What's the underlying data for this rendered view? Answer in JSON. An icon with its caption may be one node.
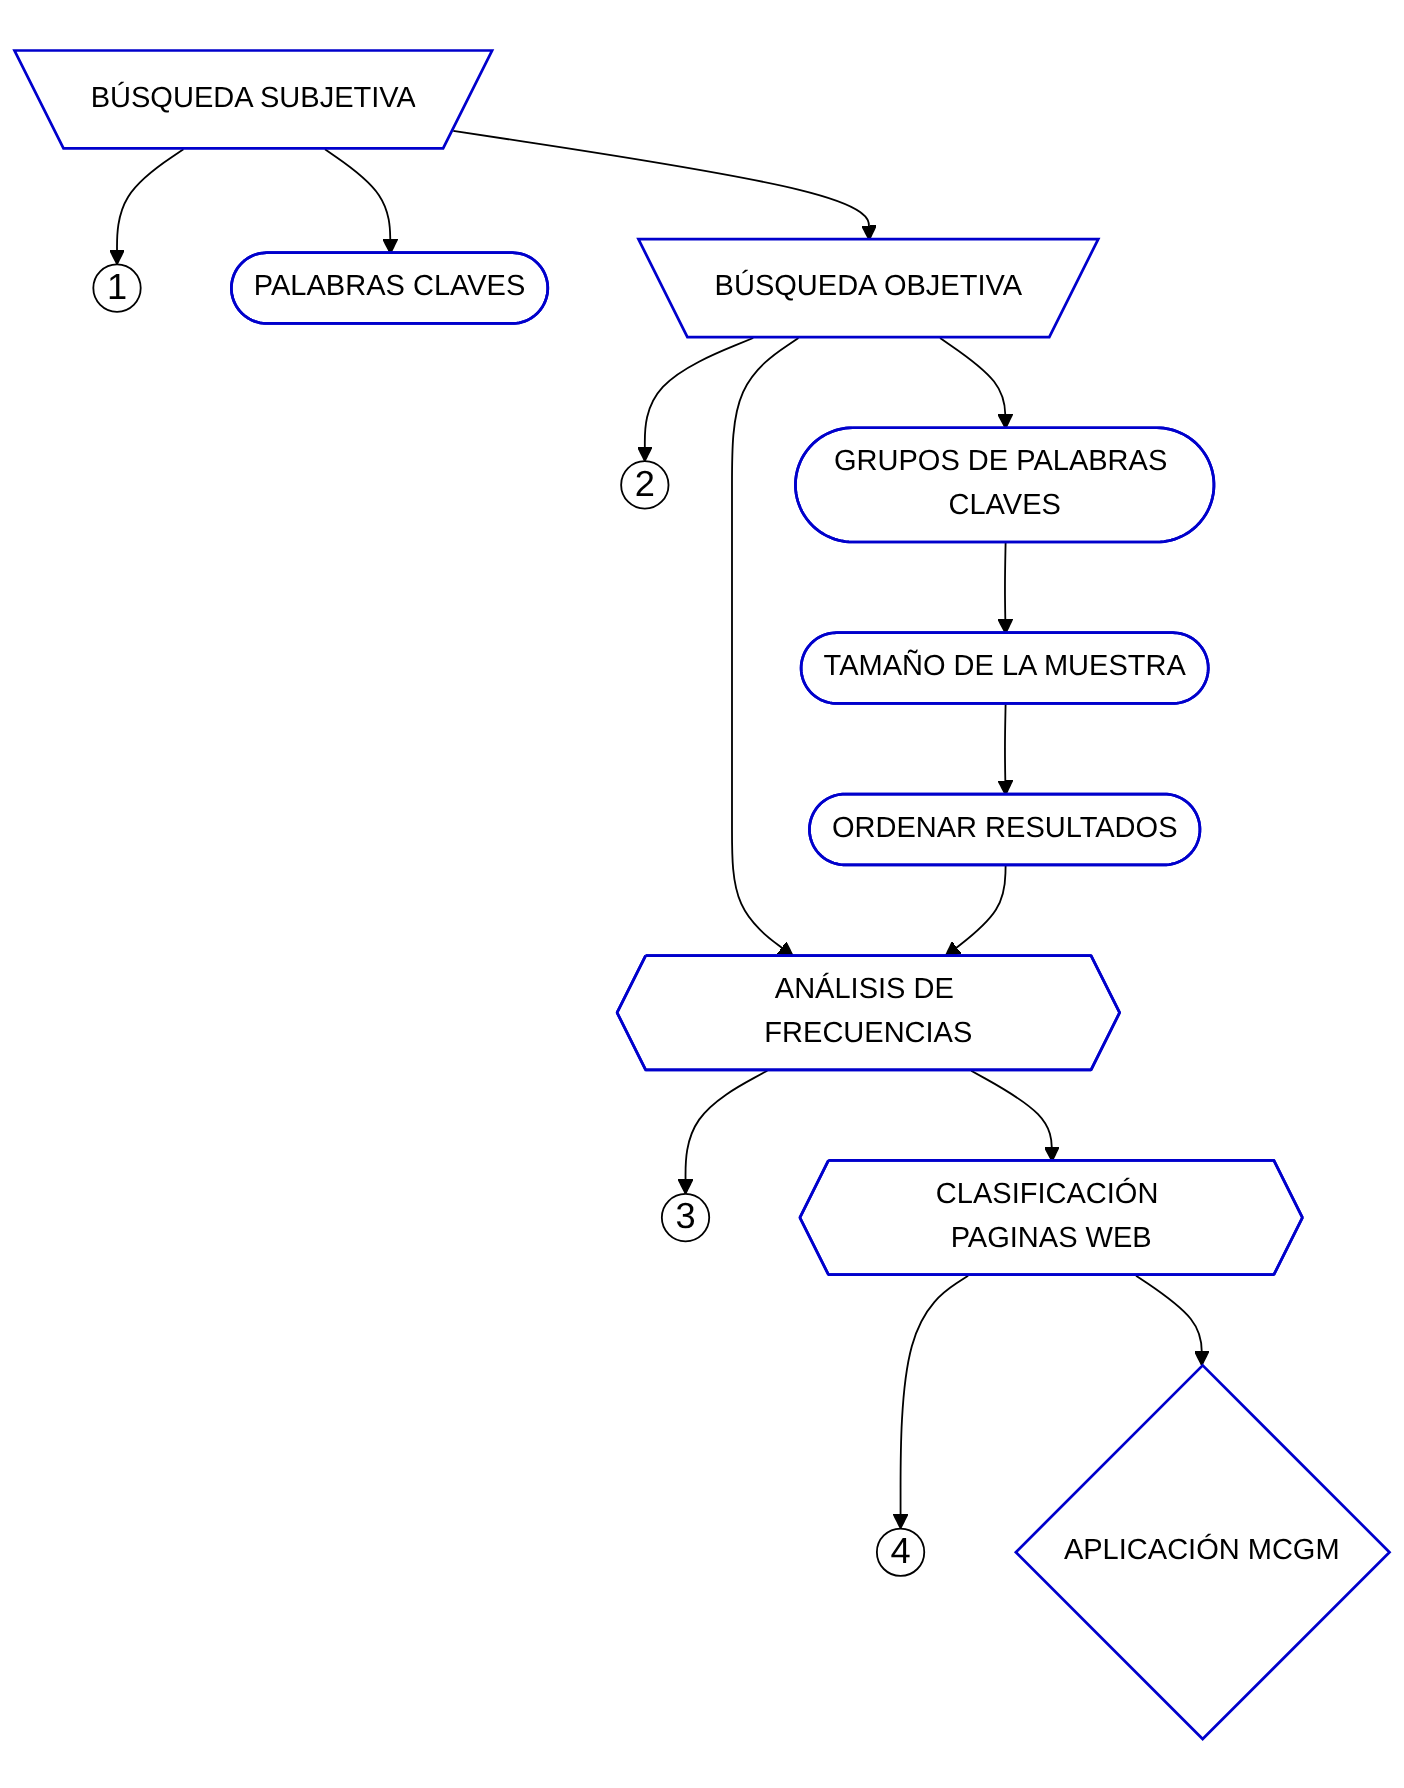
{
  "diagram": {
    "nodes": [
      {
        "text": [
          "1"
        ]
      },
      {
        "text": [
          "BÚSQUEDA SUBJETIVA"
        ]
      },
      {
        "text": [
          "PALABRAS CLAVES"
        ]
      },
      {
        "text": [
          "2"
        ]
      },
      {
        "text": [
          "BÚSQUEDA OBJETIVA"
        ]
      },
      {
        "text": [
          "GRUPOS DE PALABRAS CLAVES"
        ]
      },
      {
        "text": [
          "3"
        ]
      },
      {
        "text": [
          "ANÁLISIS DE FRECUENCIAS"
        ]
      },
      {
        "text": [
          "TAMAÑO DE LA MUESTRA"
        ]
      },
      {
        "text": [
          "ORDENAR RESULTADOS"
        ]
      },
      {
        "text": [
          "4"
        ]
      },
      {
        "text": [
          "CLASIFICACIÓN PAGINAS WEB"
        ]
      },
      {
        "text": [
          "APLICACIÓN MCGM"
        ]
      }
    ],
    "edges": [
      {
        "from": 1,
        "to": 0,
        "arrow": "to"
      },
      {
        "from": 1,
        "to": 2,
        "arrow": "to"
      },
      {
        "from": 1,
        "to": 4,
        "arrow": "to"
      },
      {
        "from": 4,
        "to": 3,
        "arrow": "to"
      },
      {
        "from": 4,
        "to": 5,
        "arrow": "to"
      },
      {
        "from": 4,
        "to": 7,
        "arrow": "to"
      },
      {
        "from": 5,
        "to": 8,
        "arrow": "to"
      },
      {
        "from": 8,
        "to": 9,
        "arrow": "to"
      },
      {
        "from": 9,
        "to": 7,
        "arrow": "to"
      },
      {
        "from": 7,
        "to": 6,
        "arrow": "to"
      },
      {
        "from": 7,
        "to": 11,
        "arrow": "to"
      },
      {
        "from": 11,
        "to": 10,
        "arrow": "to"
      },
      {
        "from": 11,
        "to": 12,
        "arrow": "to"
      }
    ]
  }
}
